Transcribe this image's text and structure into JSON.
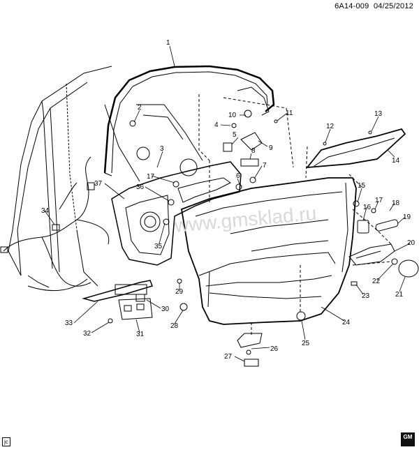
{
  "header": {
    "code": "6A14-009",
    "date": "04/25/2012"
  },
  "footer": {
    "box_label": "jc",
    "logo_text": "GM"
  },
  "watermark": "www.gmsklad.ru",
  "callouts": [
    {
      "id": "c1",
      "label": "1"
    },
    {
      "id": "c2",
      "label": "2"
    },
    {
      "id": "c3",
      "label": "3"
    },
    {
      "id": "c4",
      "label": "4"
    },
    {
      "id": "c5",
      "label": "5"
    },
    {
      "id": "c6",
      "label": "6"
    },
    {
      "id": "c7",
      "label": "7"
    },
    {
      "id": "c8",
      "label": "8"
    },
    {
      "id": "c9",
      "label": "9"
    },
    {
      "id": "c10",
      "label": "10"
    },
    {
      "id": "c11",
      "label": "11"
    },
    {
      "id": "c12",
      "label": "12"
    },
    {
      "id": "c13",
      "label": "13"
    },
    {
      "id": "c14",
      "label": "14"
    },
    {
      "id": "c15",
      "label": "15"
    },
    {
      "id": "c16",
      "label": "16"
    },
    {
      "id": "c17a",
      "label": "17"
    },
    {
      "id": "c17b",
      "label": "17"
    },
    {
      "id": "c18",
      "label": "18"
    },
    {
      "id": "c19",
      "label": "19"
    },
    {
      "id": "c20",
      "label": "20"
    },
    {
      "id": "c21",
      "label": "21"
    },
    {
      "id": "c22",
      "label": "22"
    },
    {
      "id": "c23",
      "label": "23"
    },
    {
      "id": "c24",
      "label": "24"
    },
    {
      "id": "c25",
      "label": "25"
    },
    {
      "id": "c26",
      "label": "26"
    },
    {
      "id": "c27",
      "label": "27"
    },
    {
      "id": "c28",
      "label": "28"
    },
    {
      "id": "c29",
      "label": "29"
    },
    {
      "id": "c30",
      "label": "30"
    },
    {
      "id": "c31",
      "label": "31"
    },
    {
      "id": "c32",
      "label": "32"
    },
    {
      "id": "c33",
      "label": "33"
    },
    {
      "id": "c34",
      "label": "34"
    },
    {
      "id": "c35",
      "label": "35"
    },
    {
      "id": "c36",
      "label": "36"
    },
    {
      "id": "c37",
      "label": "37"
    }
  ]
}
